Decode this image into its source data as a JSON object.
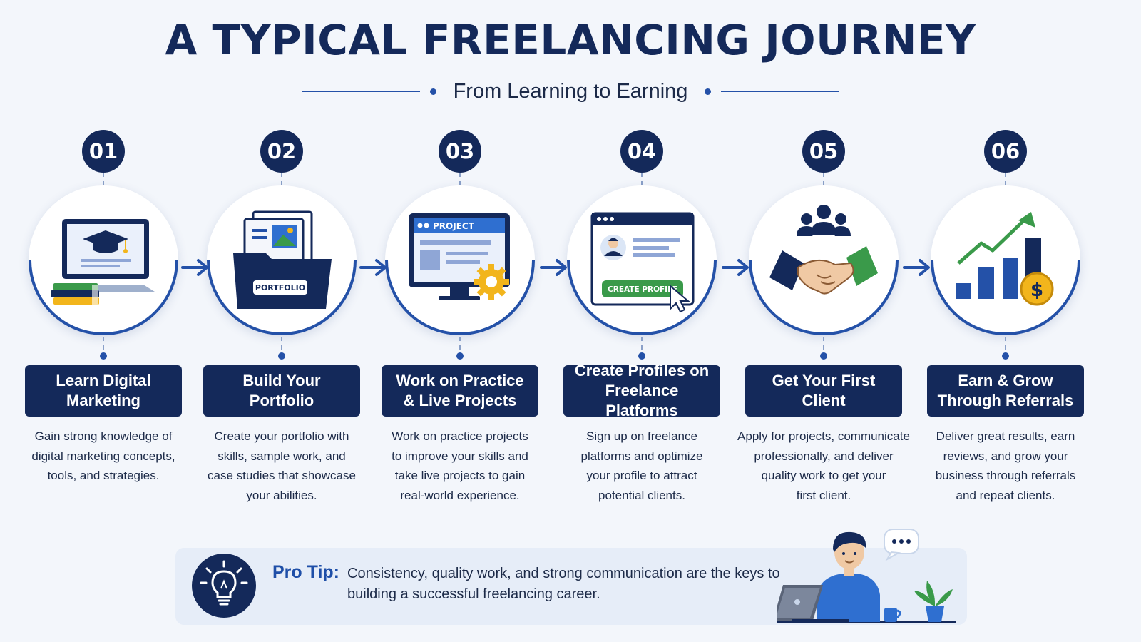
{
  "header": {
    "title": "A TYPICAL FREELANCING JOURNEY",
    "subtitle": "From Learning to Earning"
  },
  "steps": [
    {
      "number": "01",
      "title": "Learn Digital\nMarketing",
      "description": "Gain strong knowledge of\ndigital marketing concepts,\ntools, and strategies.",
      "icon": "graduation-laptop-icon"
    },
    {
      "number": "02",
      "title": "Build Your\nPortfolio",
      "description": "Create your portfolio with\nskills, sample work, and\ncase studies that showcase\nyour abilities.",
      "icon": "portfolio-folder-icon",
      "icon_text": "PORTFOLIO"
    },
    {
      "number": "03",
      "title": "Work on Practice\n& Live Projects",
      "description": "Work on practice projects\nto improve your skills and\ntake live projects to gain\nreal-world experience.",
      "icon": "project-monitor-icon",
      "icon_text": "PROJECT"
    },
    {
      "number": "04",
      "title": "Create Profiles on\nFreelance Platforms",
      "description": "Sign up on freelance\nplatforms and optimize\nyour profile to attract\npotential clients.",
      "icon": "profile-window-icon",
      "icon_text": "CREATE PROFILE"
    },
    {
      "number": "05",
      "title": "Get Your First\nClient",
      "description": "Apply for projects, communicate\nprofessionally, and deliver\nquality work to get your\nfirst client.",
      "icon": "handshake-icon"
    },
    {
      "number": "06",
      "title": "Earn & Grow\nThrough Referrals",
      "description": "Deliver great results, earn\nreviews, and grow your\nbusiness through referrals\nand repeat clients.",
      "icon": "growth-chart-icon"
    }
  ],
  "tip": {
    "heading": "Pro Tip:",
    "text": "Consistency, quality work, and strong communication are the keys to building a successful freelancing career.",
    "icon": "lightbulb-icon"
  },
  "colors": {
    "navy": "#14295a",
    "accent_blue": "#2451a8",
    "green": "#3a9a4a",
    "gold": "#f2b51c",
    "background": "#f3f6fb"
  }
}
